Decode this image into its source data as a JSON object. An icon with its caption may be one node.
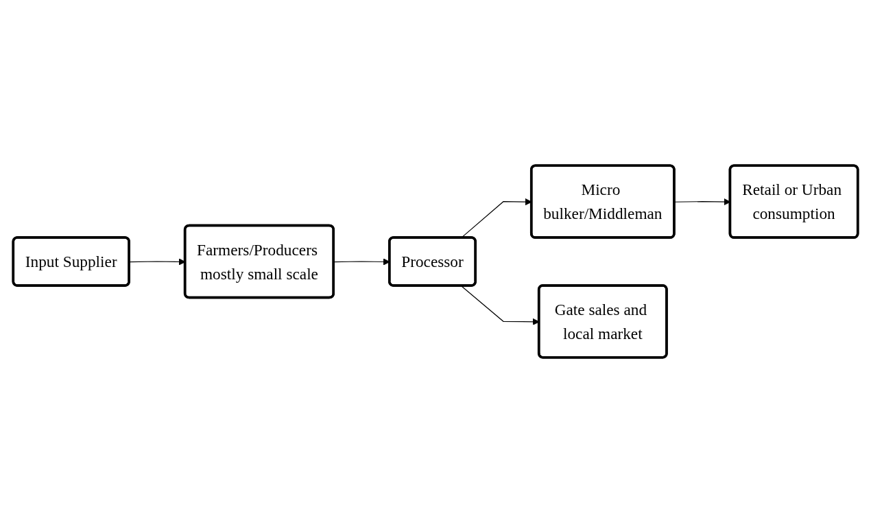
{
  "diagram": {
    "nodes": [
      {
        "text": [
          "Input Supplier"
        ]
      },
      {
        "text": [
          "Farmers/Producers mostly small scale"
        ]
      },
      {
        "text": [
          "Processor"
        ]
      },
      {
        "text": [
          "Micro bulker/Middleman"
        ]
      },
      {
        "text": [
          "Gate sales and local market"
        ]
      },
      {
        "text": [
          "Retail or Urban consumption"
        ]
      }
    ],
    "edges": [
      {
        "from": 0,
        "to": 1,
        "arrow": "to"
      },
      {
        "from": 1,
        "to": 2,
        "arrow": "to"
      },
      {
        "from": 2,
        "to": 3,
        "arrow": "to"
      },
      {
        "from": 2,
        "to": 4,
        "arrow": "to"
      },
      {
        "from": 3,
        "to": 5,
        "arrow": "to"
      }
    ]
  }
}
